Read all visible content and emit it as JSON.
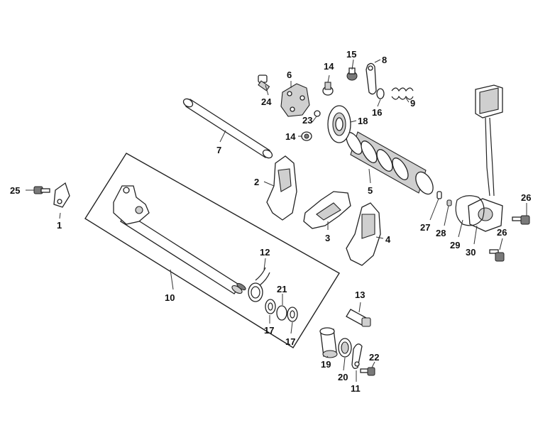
{
  "callouts": [
    {
      "id": "c1",
      "text": "1"
    },
    {
      "id": "c2",
      "text": "2"
    },
    {
      "id": "c3",
      "text": "3"
    },
    {
      "id": "c4",
      "text": "4"
    },
    {
      "id": "c5",
      "text": "5"
    },
    {
      "id": "c6",
      "text": "6"
    },
    {
      "id": "c7",
      "text": "7"
    },
    {
      "id": "c8",
      "text": "8"
    },
    {
      "id": "c9",
      "text": "9"
    },
    {
      "id": "c10",
      "text": "10"
    },
    {
      "id": "c11",
      "text": "11"
    },
    {
      "id": "c12",
      "text": "12"
    },
    {
      "id": "c13",
      "text": "13"
    },
    {
      "id": "c14a",
      "text": "14"
    },
    {
      "id": "c14b",
      "text": "14"
    },
    {
      "id": "c15",
      "text": "15"
    },
    {
      "id": "c16",
      "text": "16"
    },
    {
      "id": "c17a",
      "text": "17"
    },
    {
      "id": "c17b",
      "text": "17"
    },
    {
      "id": "c18",
      "text": "18"
    },
    {
      "id": "c19",
      "text": "19"
    },
    {
      "id": "c20",
      "text": "20"
    },
    {
      "id": "c21",
      "text": "21"
    },
    {
      "id": "c22",
      "text": "22"
    },
    {
      "id": "c23",
      "text": "23"
    },
    {
      "id": "c24",
      "text": "24"
    },
    {
      "id": "c25",
      "text": "25"
    },
    {
      "id": "c26a",
      "text": "26"
    },
    {
      "id": "c26b",
      "text": "26"
    },
    {
      "id": "c27",
      "text": "27"
    },
    {
      "id": "c28",
      "text": "28"
    },
    {
      "id": "c29",
      "text": "29"
    },
    {
      "id": "c30",
      "text": "30"
    }
  ]
}
